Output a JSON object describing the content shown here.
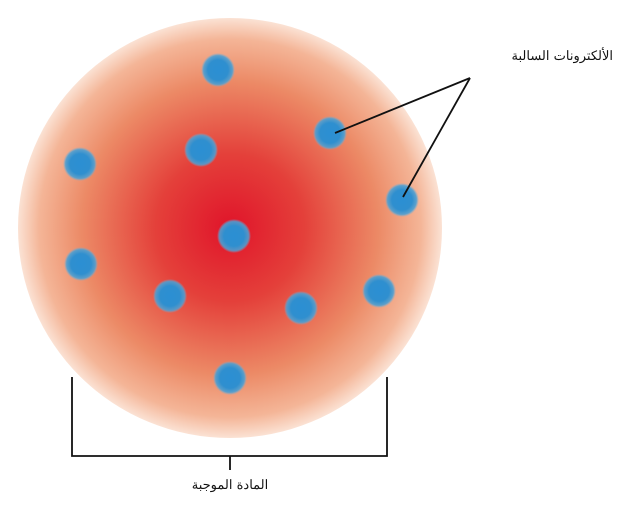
{
  "labels": {
    "electrons": "الألكترونات السالبة",
    "positive_matter": "المادة الموجبة"
  },
  "colors": {
    "sphere_center": "#e0142a",
    "sphere_mid": "#e96a4c",
    "sphere_edge": "#f6c2a8",
    "electron": "#2b8fd3",
    "electron_glow": "#6fb3de",
    "line": "#111111"
  },
  "electron_count": 11
}
